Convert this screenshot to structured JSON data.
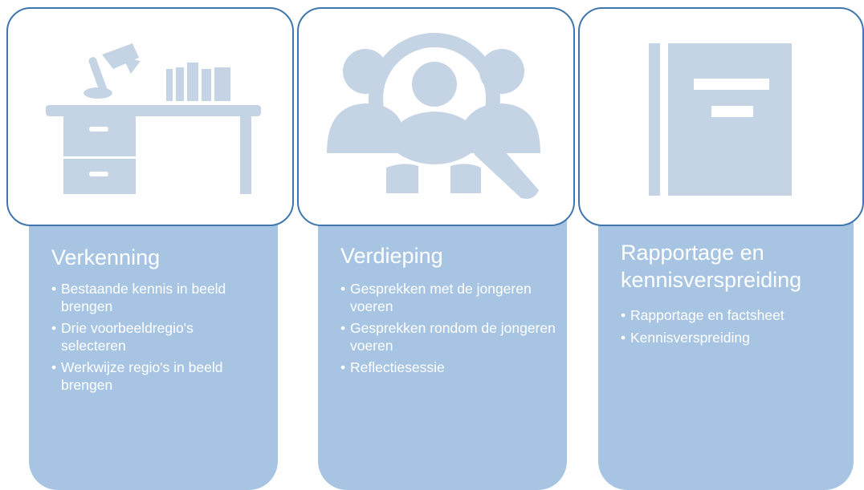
{
  "stages": [
    {
      "title": "Verkenning",
      "icon": "desk-icon",
      "bullets": [
        "Bestaande kennis in beeld brengen",
        "Drie voorbeeldregio's selecteren",
        "Werkwijze regio's in beeld brengen"
      ]
    },
    {
      "title": "Verdieping",
      "icon": "magnifier-people-icon",
      "bullets": [
        "Gesprekken met de jongeren voeren",
        "Gesprekken rondom de jongeren voeren",
        "Reflectiesessie"
      ]
    },
    {
      "title": "Rapportage en kennisverspreiding",
      "icon": "book-icon",
      "bullets": [
        "Rapportage en factsheet",
        "Kennisverspreiding"
      ]
    }
  ],
  "colors": {
    "panel": "#a7c5e3",
    "card_border": "#3f76ad",
    "icon": "#c5d4e5",
    "text": "#ffffff"
  }
}
